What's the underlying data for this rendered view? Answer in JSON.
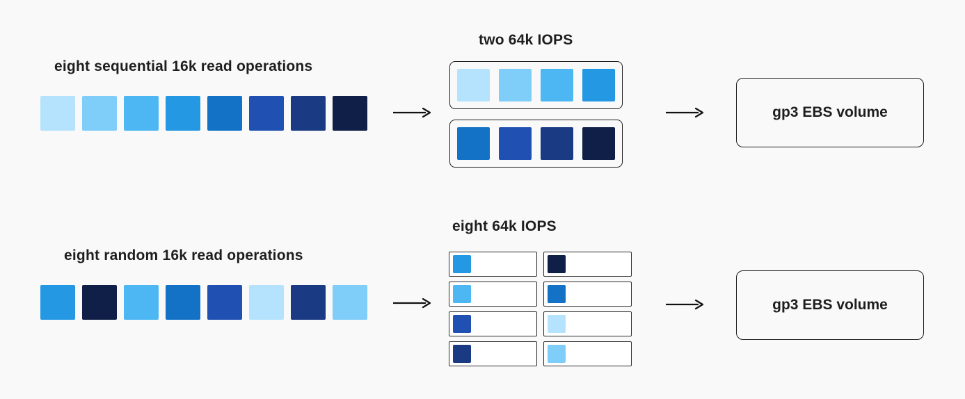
{
  "palette": [
    "#b5e3fd",
    "#7fcdf9",
    "#4cb7f3",
    "#2598e4",
    "#1372c6",
    "#2150b3",
    "#1b3a84",
    "#101f47"
  ],
  "colors": {
    "background": "#f9f9f9",
    "text": "#1e1e1e",
    "arrow": "#111111",
    "slot_background": "#ffffff",
    "outline": "#1b1b1b"
  },
  "sequential": {
    "label": "eight sequential 16k read operations",
    "operation_blocks": [
      0,
      1,
      2,
      3,
      4,
      5,
      6,
      7
    ],
    "iops_title": "two 64k IOPS",
    "iops_groups": [
      [
        0,
        1,
        2,
        3
      ],
      [
        4,
        5,
        6,
        7
      ]
    ],
    "volume_label": "gp3 EBS volume"
  },
  "random": {
    "label": "eight random 16k read operations",
    "operation_blocks": [
      3,
      7,
      2,
      4,
      5,
      0,
      6,
      1
    ],
    "iops_title": "eight 64k IOPS",
    "iops_slots": [
      3,
      7,
      2,
      4,
      5,
      0,
      6,
      1
    ],
    "volume_label": "gp3 EBS volume"
  }
}
